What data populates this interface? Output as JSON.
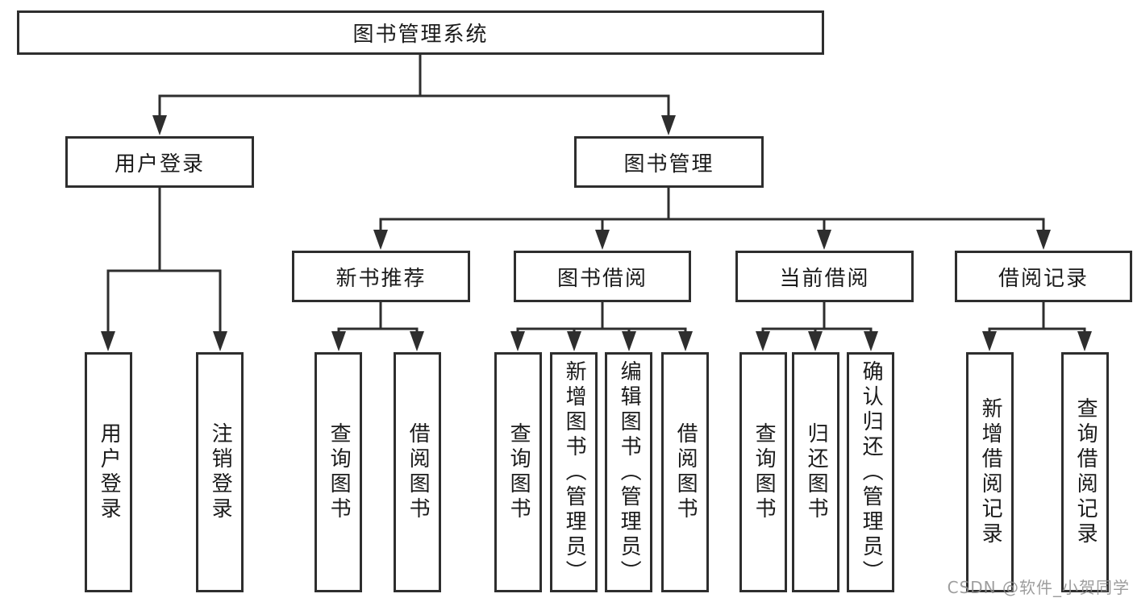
{
  "diagram": {
    "tree": {
      "root": {
        "label": "图书管理系统"
      },
      "level2": [
        {
          "label": "用户登录",
          "children": [
            {
              "label": "用户登录"
            },
            {
              "label": "注销登录"
            }
          ]
        },
        {
          "label": "图书管理",
          "children": [
            {
              "label": "新书推荐",
              "children": [
                {
                  "label": "查询图书"
                },
                {
                  "label": "借阅图书"
                }
              ]
            },
            {
              "label": "图书借阅",
              "children": [
                {
                  "label": "查询图书"
                },
                {
                  "label": "新增图书（管理员）"
                },
                {
                  "label": "编辑图书（管理员）"
                },
                {
                  "label": "借阅图书"
                }
              ]
            },
            {
              "label": "当前借阅",
              "children": [
                {
                  "label": "查询图书"
                },
                {
                  "label": "归还图书"
                },
                {
                  "label": "确认归还（管理员）"
                }
              ]
            },
            {
              "label": "借阅记录",
              "children": [
                {
                  "label": "新增借阅记录"
                },
                {
                  "label": "查询借阅记录"
                }
              ]
            }
          ]
        }
      ]
    },
    "colors": {
      "line": "#2e2e2e",
      "text": "#1b1b1b",
      "box_background": "#ffffff",
      "watermark": "#8d8d8d"
    }
  },
  "watermark": {
    "text": "CSDN @软件_小贺同学"
  }
}
